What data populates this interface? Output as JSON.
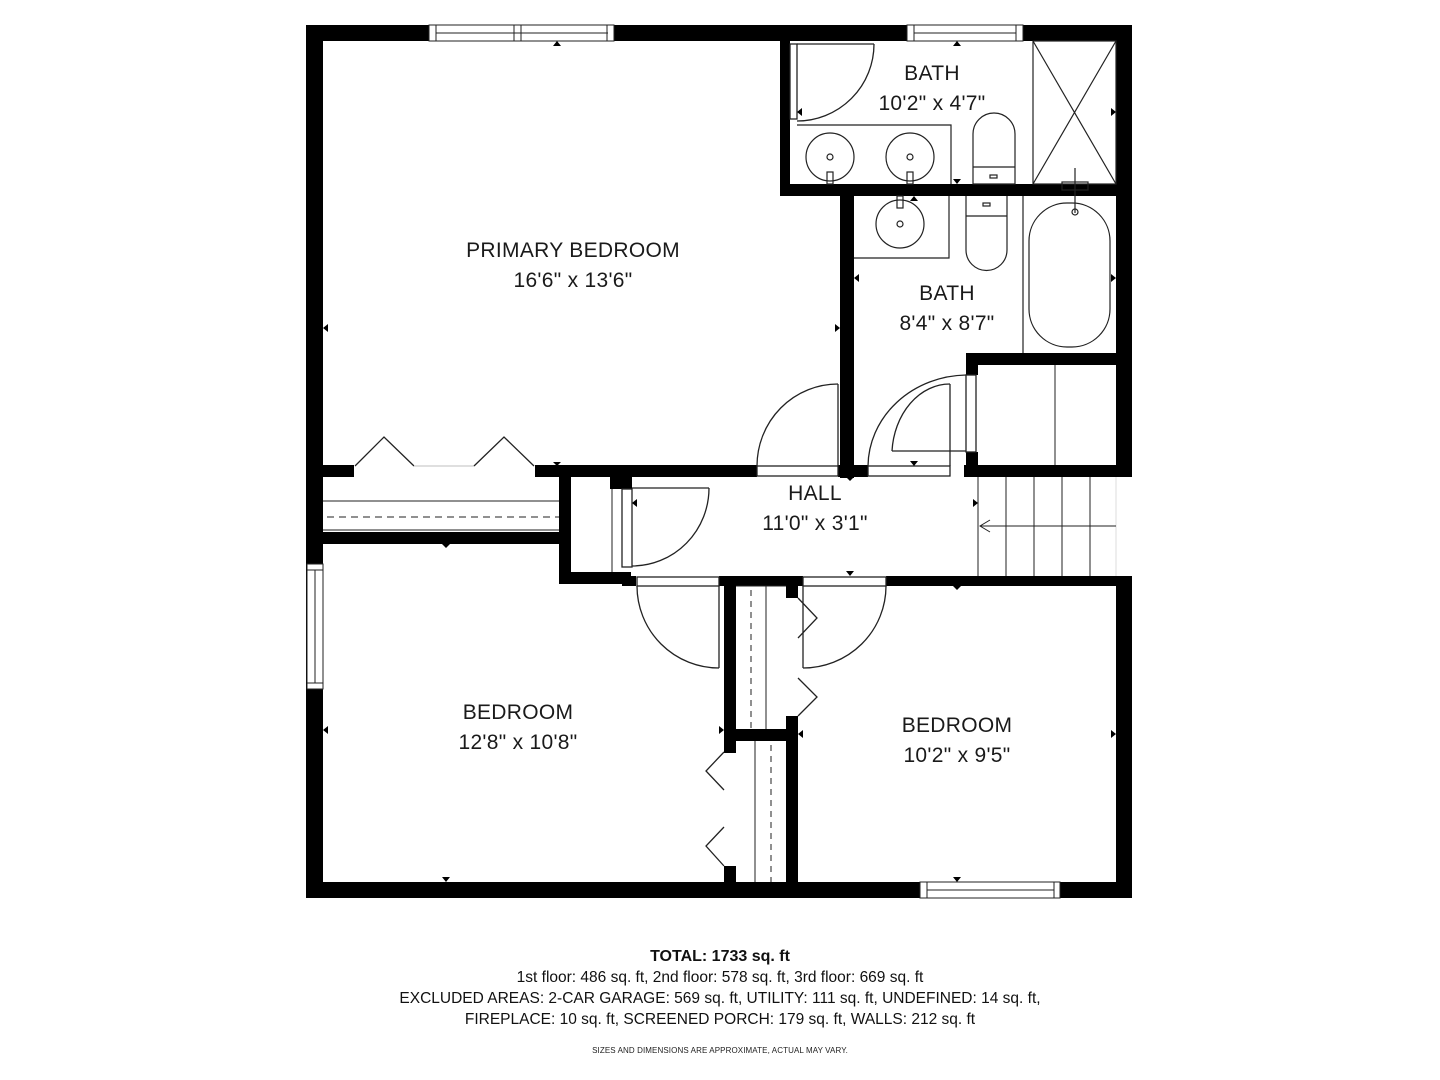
{
  "colors": {
    "wall": "#000000",
    "background": "#ffffff",
    "fixture_line": "#222222",
    "text": "#1a1a1a"
  },
  "rooms": [
    {
      "id": "primary-bedroom",
      "name": "PRIMARY BEDROOM",
      "dimensions": "16'6\" x 13'6\""
    },
    {
      "id": "bath-1",
      "name": "BATH",
      "dimensions": "10'2\" x 4'7\""
    },
    {
      "id": "bath-2",
      "name": "BATH",
      "dimensions": "8'4\" x 8'7\""
    },
    {
      "id": "hall",
      "name": "HALL",
      "dimensions": "11'0\" x 3'1\""
    },
    {
      "id": "bedroom-1",
      "name": "BEDROOM",
      "dimensions": "12'8\" x 10'8\""
    },
    {
      "id": "bedroom-2",
      "name": "BEDROOM",
      "dimensions": "10'2\" x 9'5\""
    }
  ],
  "summary": {
    "total": "TOTAL: 1733 sq. ft",
    "floors": "1st floor: 486 sq. ft, 2nd floor: 578 sq. ft, 3rd floor: 669 sq. ft",
    "excluded_line1": "EXCLUDED AREAS: 2-CAR GARAGE: 569 sq. ft, UTILITY: 111 sq. ft, UNDEFINED: 14 sq. ft,",
    "excluded_line2": "FIREPLACE: 10 sq. ft, SCREENED PORCH: 179 sq. ft, WALLS: 212 sq. ft",
    "disclaimer": "SIZES AND DIMENSIONS ARE APPROXIMATE, ACTUAL MAY VARY."
  },
  "icons": {
    "door": "door-swing-icon",
    "bifold_door": "bifold-door-icon",
    "window": "window-icon",
    "sink": "sink-icon",
    "toilet": "toilet-icon",
    "bathtub": "bathtub-icon",
    "shower": "shower-icon",
    "stairs": "stairs-icon",
    "measure_marker": "triangle-marker-icon"
  }
}
